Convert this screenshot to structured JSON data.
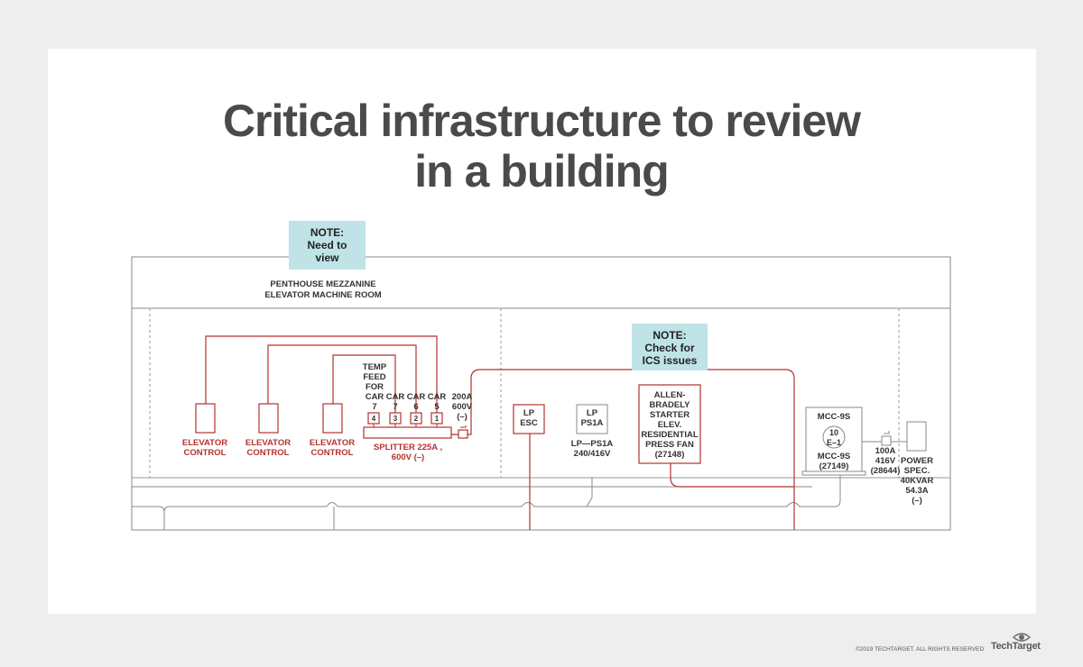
{
  "title": {
    "line1": "Critical infrastructure to review",
    "line2": "in a building"
  },
  "notes": {
    "n1": {
      "l1": "NOTE:",
      "l2": "Need to",
      "l3": "view"
    },
    "n2": {
      "l1": "NOTE:",
      "l2": "Check for",
      "l3": "ICS issues"
    }
  },
  "diagram": {
    "room_label": {
      "l1": "PENTHOUSE MEZZANINE",
      "l2": "ELEVATOR MACHINE ROOM"
    },
    "elevator_controls": [
      {
        "l1": "ELEVATOR",
        "l2": "CONTROL"
      },
      {
        "l1": "ELEVATOR",
        "l2": "CONTROL"
      },
      {
        "l1": "ELEVATOR",
        "l2": "CONTROL"
      }
    ],
    "temp_feed": {
      "l1": "TEMP",
      "l2": "FEED",
      "l3": "FOR",
      "l4": "CAR",
      "l5": "7"
    },
    "cars": [
      {
        "l1": "CAR",
        "l2": "7"
      },
      {
        "l1": "CAR",
        "l2": "6"
      },
      {
        "l1": "CAR",
        "l2": "5"
      }
    ],
    "slots": [
      "4",
      "3",
      "2",
      "1"
    ],
    "splitter": {
      "l1": "SPLITTER 225A ,",
      "l2": "600V (–)"
    },
    "breaker_200a": {
      "l1": "200A",
      "l2": "600V",
      "l3": "(–)"
    },
    "lp_esc": {
      "l1": "LP",
      "l2": "ESC"
    },
    "lp_ps1a": {
      "l1": "LP",
      "l2": "PS1A"
    },
    "lp_ps1a_caption": {
      "l1": "LP—PS1A",
      "l2": "240/416V"
    },
    "allen_bradley": {
      "l1": "ALLEN-",
      "l2": "BRADELY",
      "l3": "STARTER",
      "l4": "ELEV.",
      "l5": "RESIDENTIAL",
      "l6": "PRESS FAN",
      "l7": "(27148)"
    },
    "mcc": {
      "l1": "MCC-9S",
      "circle_top": "10",
      "circle_bottom": "E–1",
      "l2": "MCC-9S",
      "l3": "(27149)"
    },
    "breaker_100a": {
      "l1": "100A",
      "l2": "416V",
      "l3": "(28644)"
    },
    "power_spec": {
      "l1": "POWER",
      "l2": "SPEC.",
      "l3": "40KVAR",
      "l4": "54.3A",
      "l5": "(–)"
    }
  },
  "footer": {
    "copyright": "©2019 TECHTARGET. ALL RIGHTS RESERVED",
    "brand": "TechTarget"
  },
  "colors": {
    "feed_red": "#b5322e",
    "note_fill": "#bfe3e6",
    "line_gray": "#888888",
    "title": "#4a4a4a"
  }
}
